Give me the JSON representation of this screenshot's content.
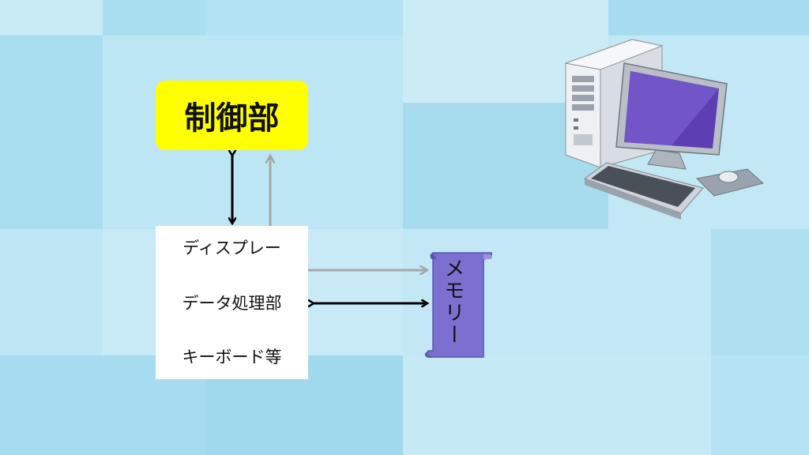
{
  "control_unit": {
    "label": "制御部"
  },
  "io_unit": {
    "lines": [
      "ディスプレー",
      "データ処理部",
      "キーボード等"
    ]
  },
  "memory": {
    "label": "メモリー"
  },
  "icons": {
    "computer": "desktop-computer-icon",
    "memory": "scroll-icon"
  },
  "colors": {
    "control_fill": "#ffff00",
    "memory_fill": "#7b6fd0",
    "arrow_black": "#000000",
    "arrow_gray": "#a6a6a6",
    "background": "#bfe6f3"
  }
}
